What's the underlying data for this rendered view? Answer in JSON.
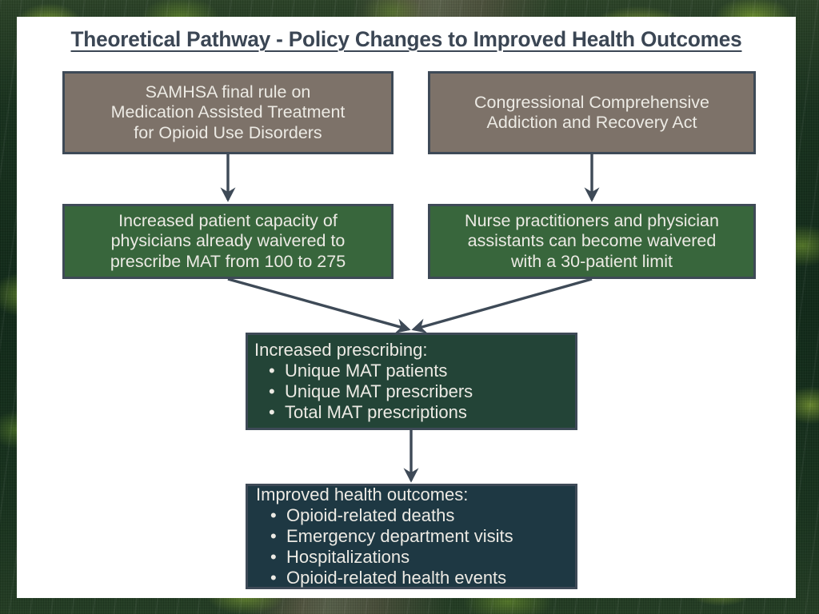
{
  "slide": {
    "title": "Theoretical Pathway - Policy Changes to Improved Health Outcomes",
    "background_description": "aerial-photo-road-through-forest",
    "panel_color": "#ffffff",
    "title_color": "#3b4654",
    "connector_color": "#3e4a57"
  },
  "boxes": {
    "policy_samhsa": {
      "fill": "#7d7269",
      "border": "#3e4a57",
      "lines": [
        "SAMHSA final rule on",
        "Medication Assisted Treatment",
        "for Opioid Use Disorders"
      ]
    },
    "policy_cara": {
      "fill": "#7d7269",
      "border": "#3e4a57",
      "lines": [
        "Congressional Comprehensive",
        "Addiction and Recovery Act"
      ]
    },
    "effect_capacity": {
      "fill": "#38663c",
      "border": "#3e4a57",
      "lines": [
        "Increased patient capacity of",
        "physicians already waivered to",
        "prescribe MAT from 100 to 275"
      ]
    },
    "effect_np_pa": {
      "fill": "#38663c",
      "border": "#3e4a57",
      "lines": [
        "Nurse practitioners and physician",
        "assistants can become waivered",
        "with a 30-patient limit"
      ]
    },
    "increased_prescribing": {
      "fill": "#234437",
      "border": "#3e4a57",
      "heading": "Increased prescribing:",
      "bullets": [
        "Unique MAT patients",
        "Unique MAT prescribers",
        "Total MAT prescriptions"
      ]
    },
    "improved_outcomes": {
      "fill": "#1e3843",
      "border": "#3e4a57",
      "heading": "Improved health outcomes:",
      "bullets": [
        "Opioid-related deaths",
        "Emergency department visits",
        "Hospitalizations",
        "Opioid-related health events"
      ]
    }
  },
  "connectors": [
    {
      "name": "samhsa-to-capacity",
      "type": "vertical-arrow"
    },
    {
      "name": "cara-to-np-pa",
      "type": "vertical-arrow"
    },
    {
      "name": "capacity-to-prescribing",
      "type": "diagonal-arrow"
    },
    {
      "name": "np-pa-to-prescribing",
      "type": "diagonal-arrow"
    },
    {
      "name": "prescribing-to-outcomes",
      "type": "vertical-arrow"
    }
  ]
}
